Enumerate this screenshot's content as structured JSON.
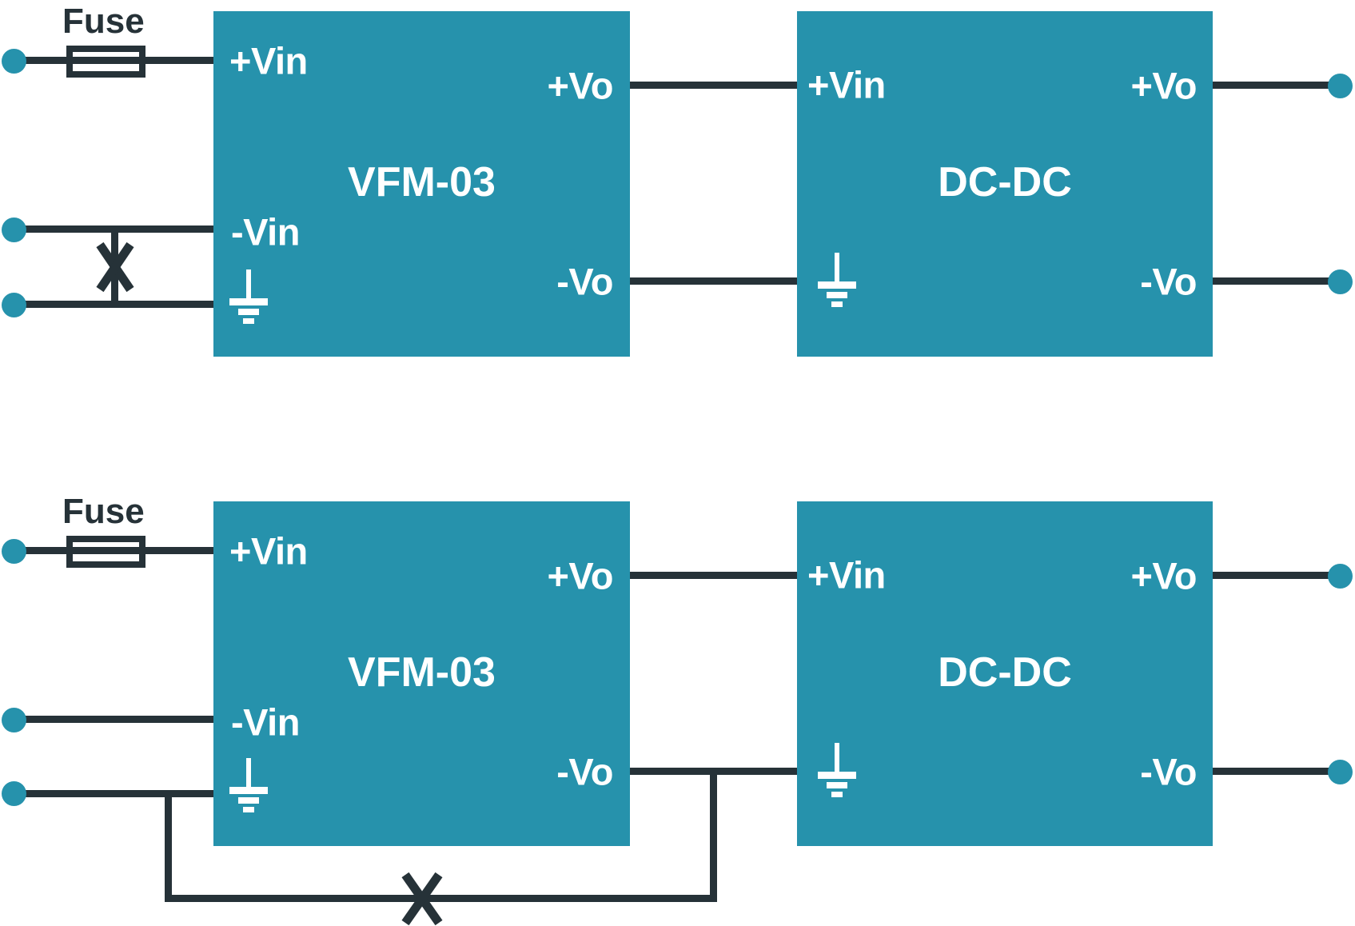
{
  "colors": {
    "module_fill": "#2692ac",
    "wire": "#263238",
    "module_label": "#ffffff",
    "background": "#ffffff"
  },
  "icons": {
    "ground": "ground-icon",
    "fuse": "fuse-icon",
    "no_connection": "crossed-wires-icon",
    "terminal": "terminal-dot"
  },
  "circuits": [
    {
      "fuse_label": "Fuse",
      "vfm": {
        "title": "VFM-03",
        "pins": {
          "vin_plus": "+Vin",
          "vin_minus": "-Vin",
          "vo_plus": "+Vo",
          "vo_minus": "-Vo"
        }
      },
      "dcdc": {
        "title": "DC-DC",
        "pins": {
          "vin_plus": "+Vin",
          "vo_plus": "+Vo",
          "vo_minus": "-Vo"
        }
      }
    },
    {
      "fuse_label": "Fuse",
      "vfm": {
        "title": "VFM-03",
        "pins": {
          "vin_plus": "+Vin",
          "vin_minus": "-Vin",
          "vo_plus": "+Vo",
          "vo_minus": "-Vo"
        }
      },
      "dcdc": {
        "title": "DC-DC",
        "pins": {
          "vin_plus": "+Vin",
          "vo_plus": "+Vo",
          "vo_minus": "-Vo"
        }
      }
    }
  ]
}
